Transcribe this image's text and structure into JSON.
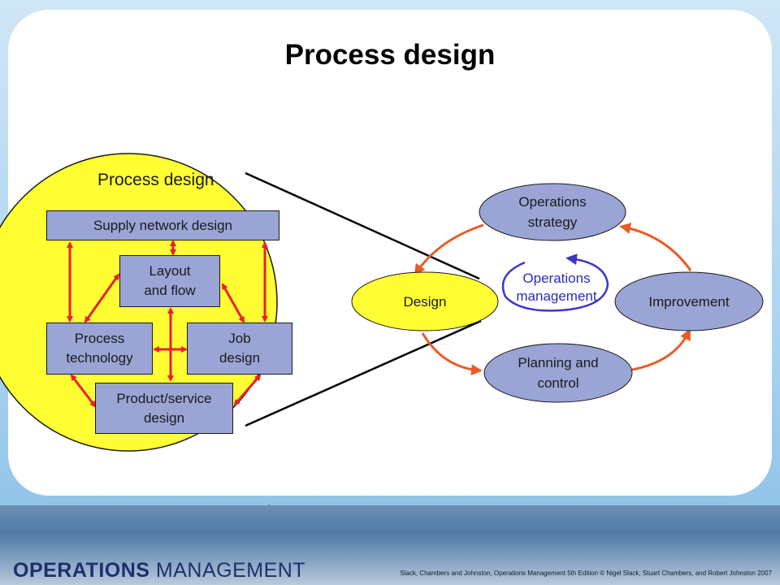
{
  "title": "Process design",
  "left_panel": {
    "heading": "Process design",
    "boxes": {
      "supply_network": "Supply network design",
      "layout_flow": "Layout\nand flow",
      "process_technology": "Process\ntechnology",
      "job_design": "Job\ndesign",
      "product_service": "Product/service\ndesign"
    }
  },
  "cycle": {
    "design": "Design",
    "strategy": "Operations\nstrategy",
    "improvement": "Improvement",
    "planning": "Planning and\ncontrol",
    "center": "Operations\nmanagement"
  },
  "footer": {
    "logo_bold": "OPERATIONS",
    "logo_light": "MANAGEMENT",
    "credit": "Slack, Chambers and Johnston, Operations Management 5th Edition © Nigel Slack, Stuart Chambers, and Robert Johnston 2007"
  },
  "colors": {
    "circle_fill": "#ffff33",
    "box_fill": "#9aa5d6",
    "arrow_red": "#e8212a",
    "cycle_arrow": "#e85c25",
    "center_arrow": "#3a37c9",
    "logo_text": "#1f2f6b"
  }
}
